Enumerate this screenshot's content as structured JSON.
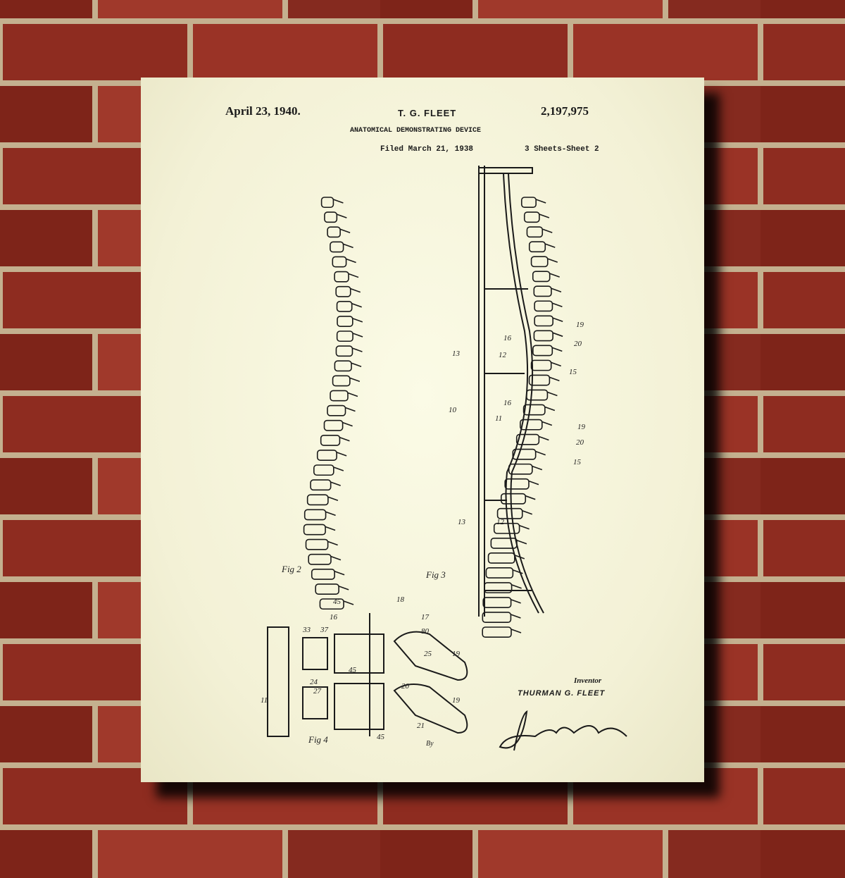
{
  "patent": {
    "date": "April 23, 1940.",
    "inventor_short": "T. G. FLEET",
    "number": "2,197,975",
    "title": "ANATOMICAL DEMONSTRATING DEVICE",
    "filed": "Filed March 21, 1938",
    "sheets": "3 Sheets-Sheet 2",
    "inventor_label": "Inventor",
    "inventor_name": "THURMAN G. FLEET",
    "signature": "Jack A. Ashley"
  },
  "figure_labels": {
    "fig2": "Fig 2",
    "fig3": "Fig 3",
    "fig4": "Fig 4",
    "by": "By"
  },
  "reference_numerals": [
    "19",
    "20",
    "15",
    "16",
    "13",
    "12",
    "10",
    "11",
    "16",
    "19",
    "20",
    "15",
    "13",
    "12",
    "45",
    "18",
    "17",
    "16",
    "33",
    "37",
    "80",
    "25",
    "19",
    "45",
    "24",
    "20",
    "27",
    "19",
    "11",
    "21",
    "45"
  ],
  "colors": {
    "brick": "#8e2c20",
    "mortar": "#c4b08f",
    "paper": "#f6f4da",
    "ink": "#1a1a1a"
  }
}
